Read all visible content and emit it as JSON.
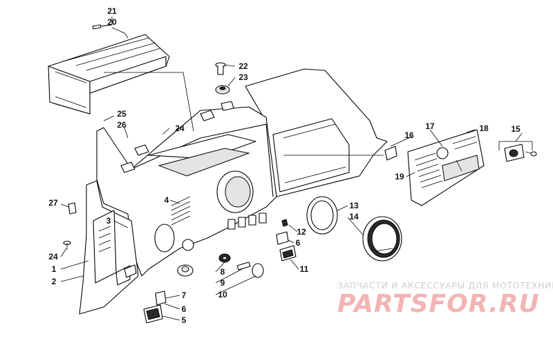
{
  "callouts": [
    {
      "id": "c21",
      "label": "21"
    },
    {
      "id": "c20",
      "label": "20"
    },
    {
      "id": "c22",
      "label": "22"
    },
    {
      "id": "c23",
      "label": "23"
    },
    {
      "id": "c25",
      "label": "25"
    },
    {
      "id": "c26",
      "label": "26"
    },
    {
      "id": "c24a",
      "label": "24"
    },
    {
      "id": "c16",
      "label": "16"
    },
    {
      "id": "c17",
      "label": "17"
    },
    {
      "id": "c18",
      "label": "18"
    },
    {
      "id": "c15",
      "label": "15"
    },
    {
      "id": "c19",
      "label": "19"
    },
    {
      "id": "c27",
      "label": "27"
    },
    {
      "id": "c4",
      "label": "4"
    },
    {
      "id": "c3",
      "label": "3"
    },
    {
      "id": "c13",
      "label": "13"
    },
    {
      "id": "c14",
      "label": "14"
    },
    {
      "id": "c12",
      "label": "12"
    },
    {
      "id": "c6a",
      "label": "6"
    },
    {
      "id": "c24b",
      "label": "24"
    },
    {
      "id": "c1",
      "label": "1"
    },
    {
      "id": "c2",
      "label": "2"
    },
    {
      "id": "c11",
      "label": "11"
    },
    {
      "id": "c8",
      "label": "8"
    },
    {
      "id": "c9",
      "label": "9"
    },
    {
      "id": "c10",
      "label": "10"
    },
    {
      "id": "c7",
      "label": "7"
    },
    {
      "id": "c6b",
      "label": "6"
    },
    {
      "id": "c5",
      "label": "5"
    }
  ],
  "watermark": {
    "tagline": "ЗАПЧАСТИ И АКСЕССУАРЫ ДЛЯ МОТОТЕХНИКИ",
    "brand": "PARTSFOR.RU"
  },
  "colors": {
    "line": "#000000",
    "watermark_brand": "#f2b4b4",
    "watermark_tagline": "#cfcfcf"
  }
}
